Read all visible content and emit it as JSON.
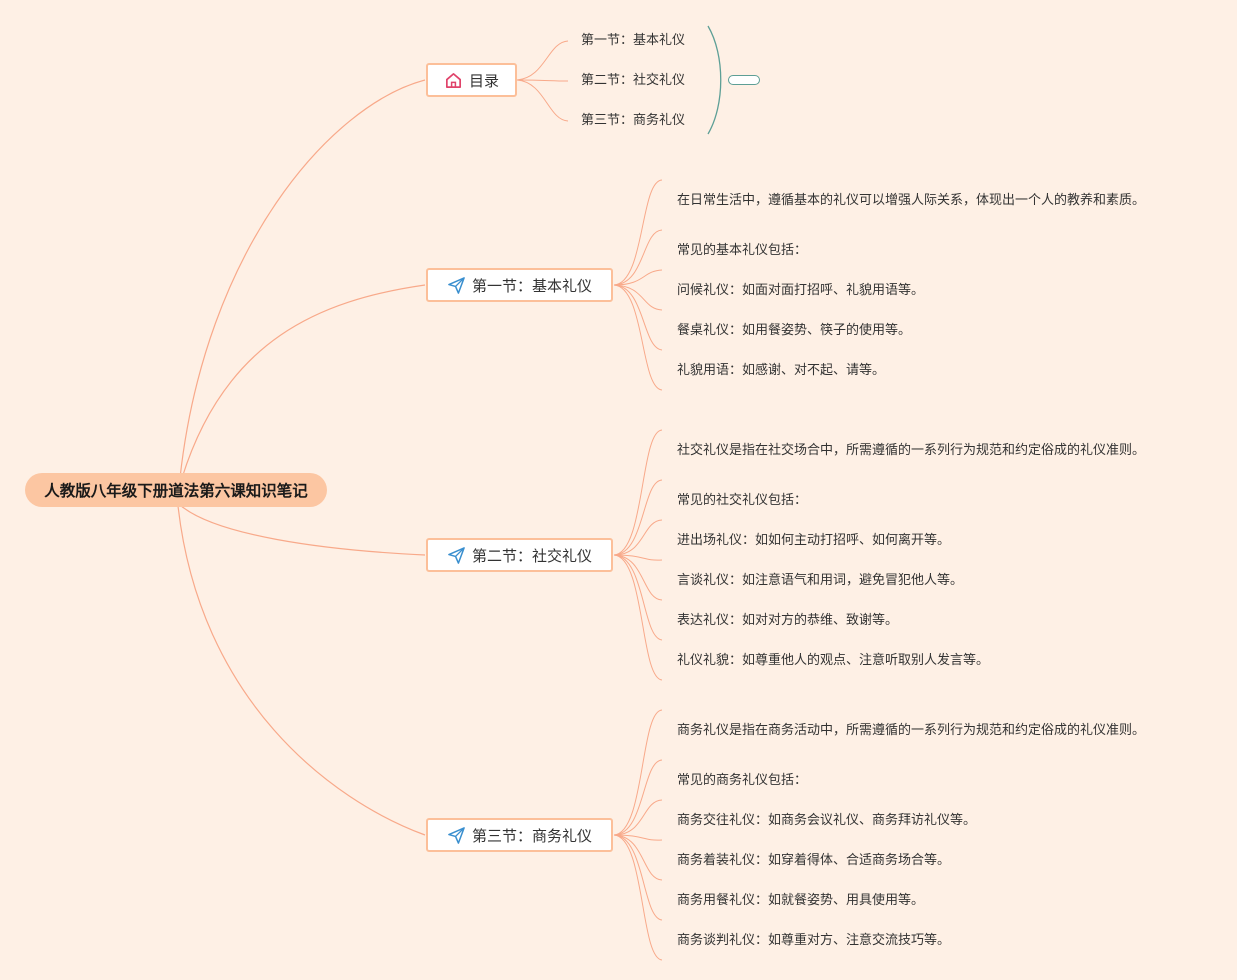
{
  "mindmap": {
    "root": "人教版八年级下册道法第六课知识笔记",
    "toc": {
      "label": "目录",
      "items": [
        "第一节：基本礼仪",
        "第二节：社交礼仪",
        "第三节：商务礼仪"
      ]
    },
    "sections": [
      {
        "label": "第一节：基本礼仪",
        "items": [
          "在日常生活中，遵循基本的礼仪可以增强人际关系，体现出一个人的教养和素质。",
          "常见的基本礼仪包括：",
          "问候礼仪：如面对面打招呼、礼貌用语等。",
          "餐桌礼仪：如用餐姿势、筷子的使用等。",
          "礼貌用语：如感谢、对不起、请等。"
        ]
      },
      {
        "label": "第二节：社交礼仪",
        "items": [
          "社交礼仪是指在社交场合中，所需遵循的一系列行为规范和约定俗成的礼仪准则。",
          "常见的社交礼仪包括：",
          "进出场礼仪：如如何主动打招呼、如何离开等。",
          "言谈礼仪：如注意语气和用词，避免冒犯他人等。",
          "表达礼仪：如对对方的恭维、致谢等。",
          "礼仪礼貌：如尊重他人的观点、注意听取别人发言等。"
        ]
      },
      {
        "label": "第三节：商务礼仪",
        "items": [
          "商务礼仪是指在商务活动中，所需遵循的一系列行为规范和约定俗成的礼仪准则。",
          "常见的商务礼仪包括：",
          "商务交往礼仪：如商务会议礼仪、商务拜访礼仪等。",
          "商务着装礼仪：如穿着得体、合适商务场合等。",
          "商务用餐礼仪：如就餐姿势、用具使用等。",
          "商务谈判礼仪：如尊重对方、注意交流技巧等。"
        ]
      }
    ]
  },
  "colors": {
    "background": "#fef0e5",
    "root_fill": "#fcc6a2",
    "branch_border": "#fcbf99",
    "connector": "#f8a98a",
    "bracket": "#5d9f96",
    "icon_home": "#e0436a",
    "icon_send": "#3a8fcf"
  },
  "icons": {
    "toc": "home-icon",
    "sections": "paper-plane-icon"
  }
}
